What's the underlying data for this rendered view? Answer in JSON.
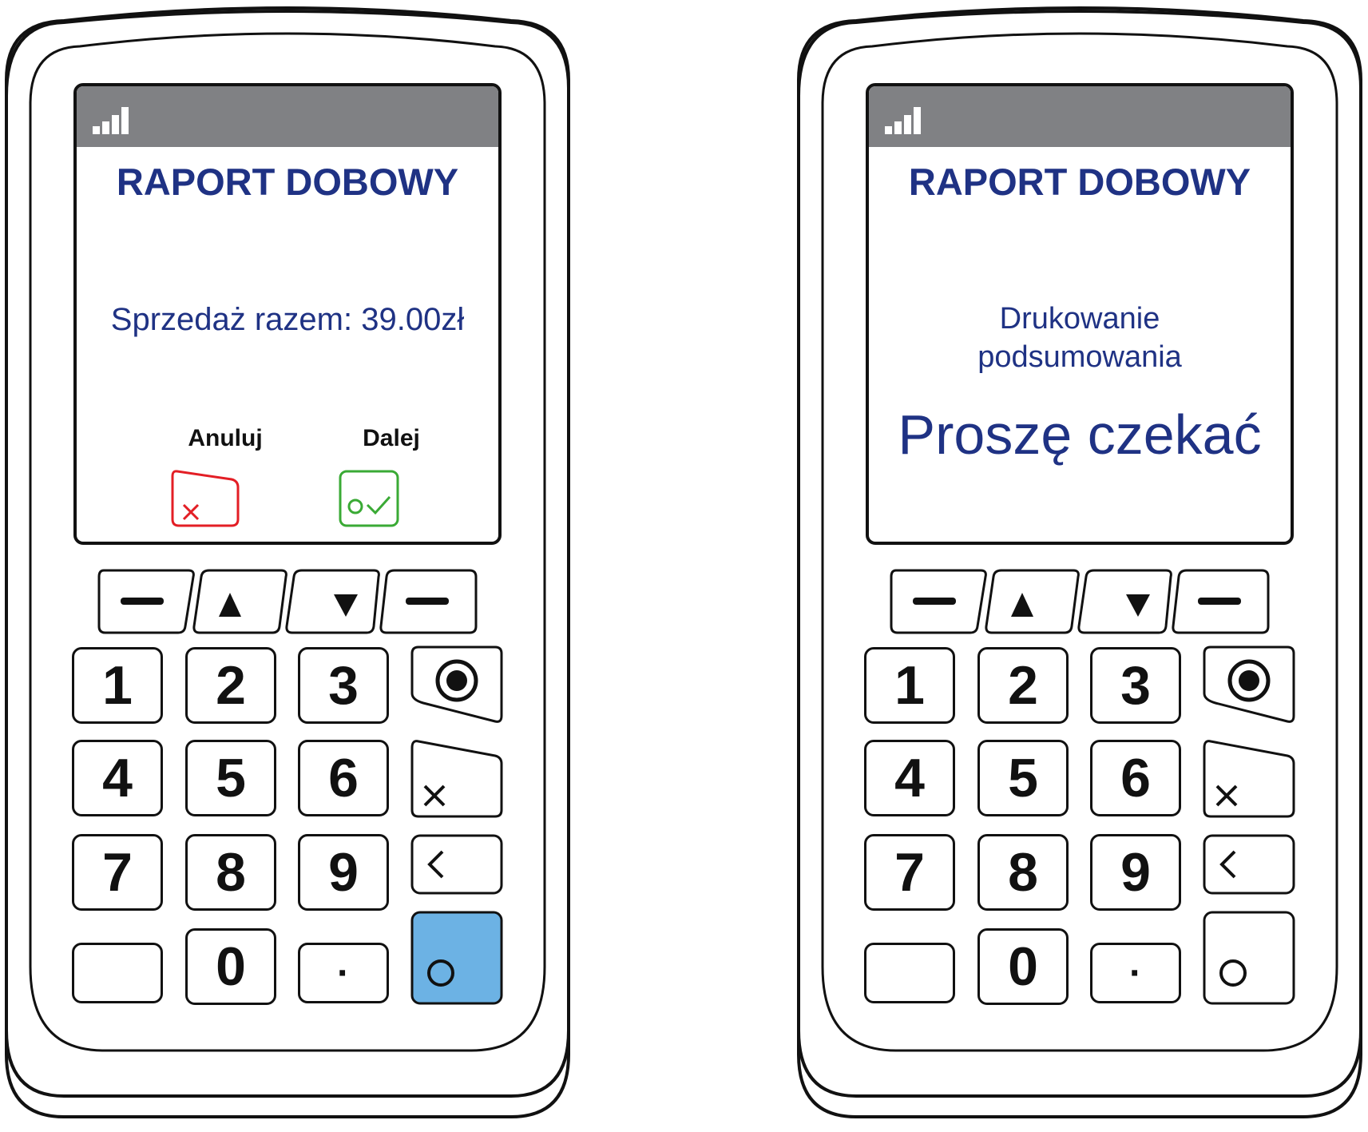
{
  "terminals": [
    {
      "screen": {
        "title": "RAPORT DOBOWY",
        "message": "Sprzedaż razem: 39.00zł",
        "soft_left_label": "Anuluj",
        "soft_right_label": "Dalej"
      },
      "keypad": {
        "digits": [
          "1",
          "2",
          "3",
          "4",
          "5",
          "6",
          "7",
          "8",
          "9",
          "0"
        ],
        "dot": "·",
        "ok_highlight": "#6cb2e4"
      }
    },
    {
      "screen": {
        "title": "RAPORT DOBOWY",
        "message_line1": "Drukowanie",
        "message_line2": "podsumowania",
        "wait": "Proszę czekać"
      },
      "keypad": {
        "digits": [
          "1",
          "2",
          "3",
          "4",
          "5",
          "6",
          "7",
          "8",
          "9",
          "0"
        ],
        "dot": "·",
        "ok_highlight": "#ffffff"
      }
    }
  ],
  "colors": {
    "title": "#1f3284",
    "cancel": "#e31e25",
    "confirm": "#3aaa35",
    "statusbar": "#808184"
  }
}
